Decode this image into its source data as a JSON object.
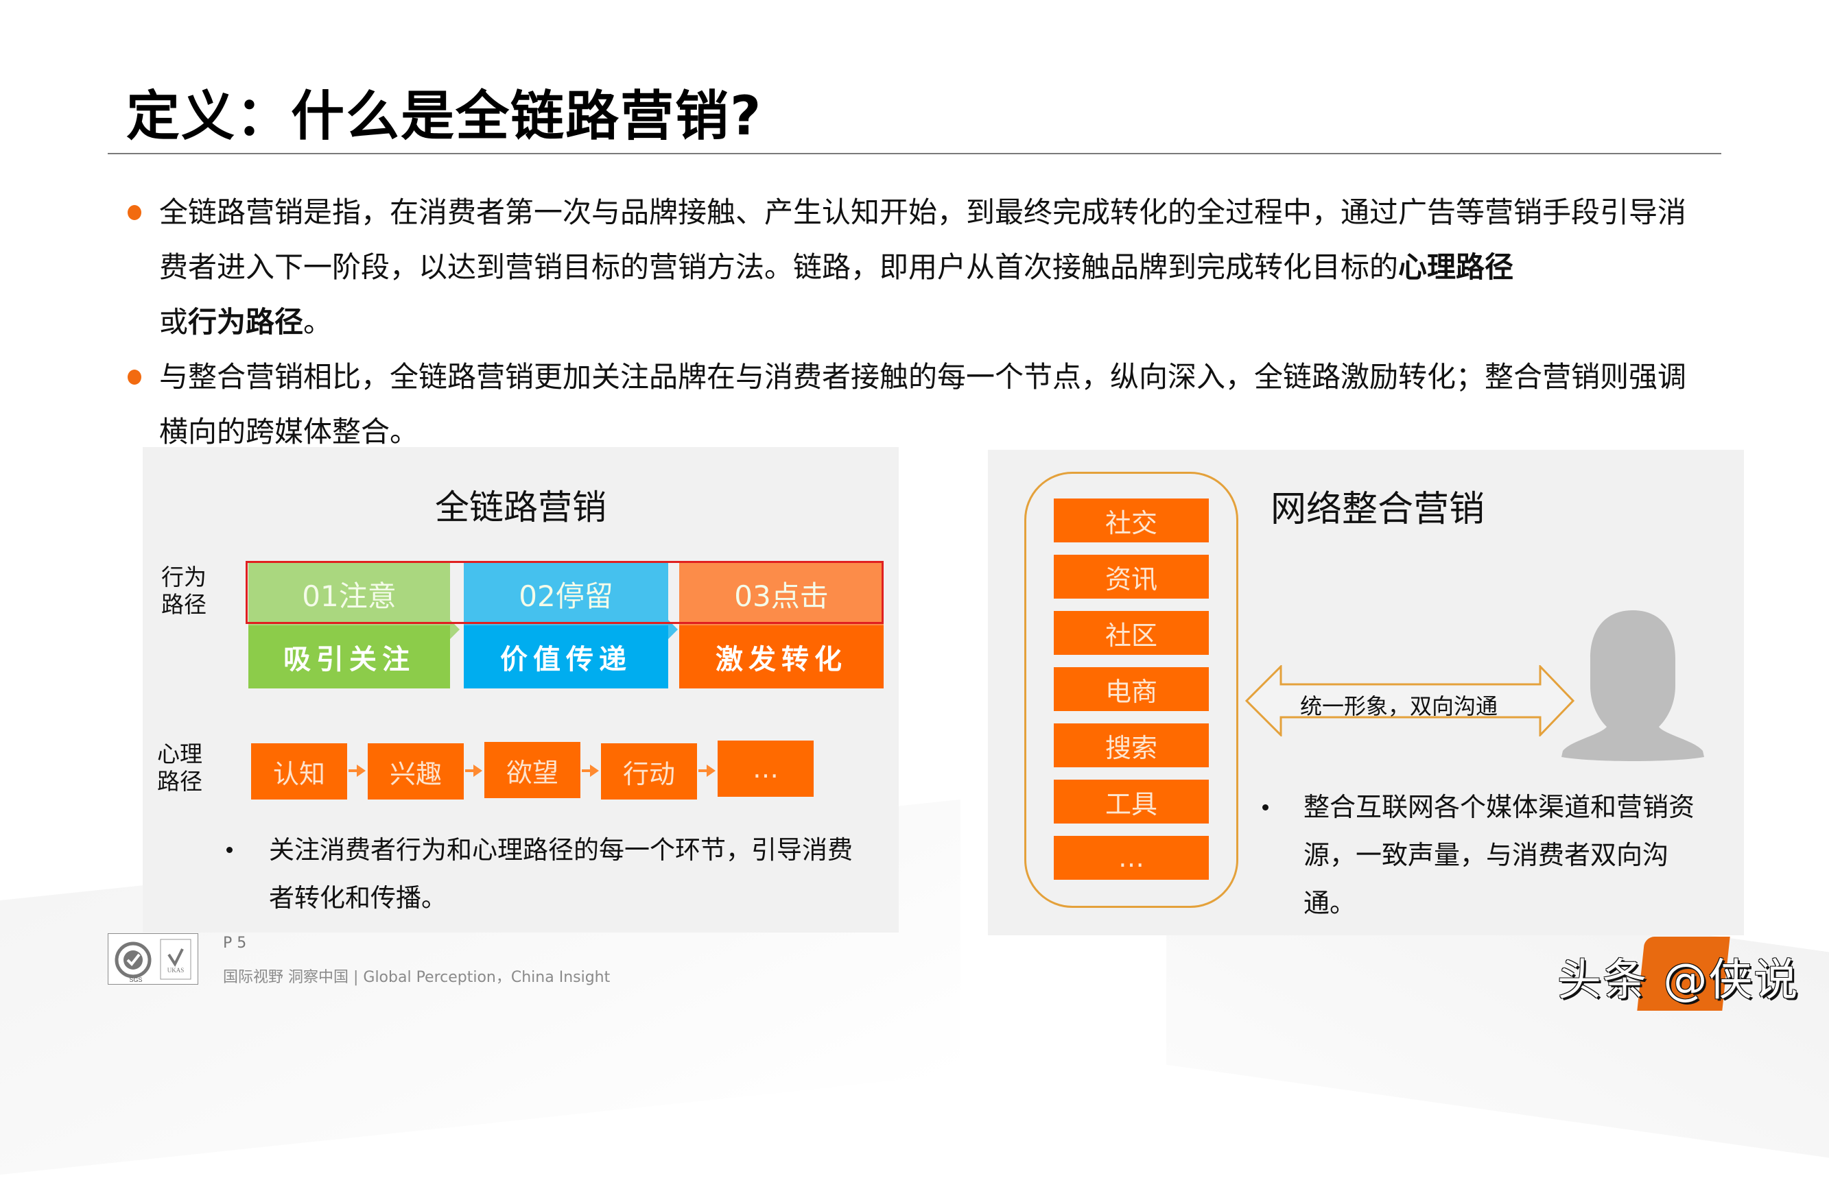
{
  "slide": {
    "title": "定义：什么是全链路营销?",
    "bullets": [
      {
        "text_before": "全链路营销是指，在消费者第一次与品牌接触、产生认知开始，到最终完成转化的全过程中，通过广告等营销手段引导消费者进入下一阶段，以达到营销目标的营销方法。链路，即用户从首次接触品牌到完成转化目标的",
        "bold1": "心理路径",
        "text_mid": "或",
        "bold2": "行为路径",
        "text_after": "。"
      },
      {
        "text": "与整合营销相比，全链路营销更加关注品牌在与消费者接触的每一个节点，纵向深入，全链路激励转化；整合营销则强调横向的跨媒体整合。"
      }
    ]
  },
  "left_panel": {
    "title": "全链路营销",
    "behavior_label": "行为\n路径",
    "behavior_stages": [
      {
        "step": "01注意",
        "goal": "吸引关注",
        "top_color": "#aad77f",
        "bottom_color": "#8ccc4a"
      },
      {
        "step": "02停留",
        "goal": "价值传递",
        "top_color": "#45c1ee",
        "bottom_color": "#00adef"
      },
      {
        "step": "03点击",
        "goal": "激发转化",
        "top_color": "#fc8c49",
        "bottom_color": "#ff6600"
      }
    ],
    "psychology_label": "心理\n路径",
    "psychology_steps": [
      "认知",
      "兴趣",
      "欲望",
      "行动",
      "…"
    ],
    "note": "关注消费者行为和心理路径的每一个环节，引导消费者转化和传播。"
  },
  "right_panel": {
    "title": "网络整合营销",
    "channels": [
      "社交",
      "资讯",
      "社区",
      "电商",
      "搜索",
      "工具",
      "…"
    ],
    "arrow_label": "统一形象，双向沟通",
    "person_icon": "user-silhouette-icon",
    "note": "整合互联网各个媒体渠道和营销资源，一致声量，与消费者双向沟通。"
  },
  "footer": {
    "page": "P 5",
    "tagline": "国际视野  洞察中国 |  Global Perception，China Insight",
    "logo": "sgs-ukas-certification-logo"
  },
  "watermark": {
    "text": "头条 @侠说"
  },
  "colors": {
    "accent_orange": "#ff6a00",
    "bullet_orange": "#f26b10",
    "frame_gold": "#e4a13b",
    "highlight_red": "#e02020",
    "panel_bg": "#f1f1f1"
  }
}
